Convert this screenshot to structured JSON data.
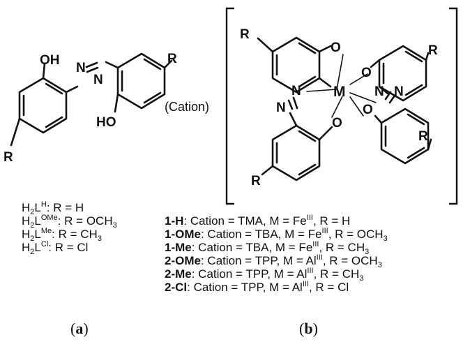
{
  "ligand": {
    "atoms": {
      "oh": "OH",
      "ho": "HO",
      "n": "N",
      "r": "R"
    }
  },
  "cation_label": "(Cation)",
  "complex": {
    "atoms": {
      "o": "O",
      "n": "N",
      "m": "M",
      "r": "R"
    }
  },
  "ligand_list": [
    {
      "prefix": "H",
      "sub": "2",
      "mid": "L",
      "sup": "H",
      "rest": ": R = H"
    },
    {
      "prefix": "H",
      "sub": "2",
      "mid": "L",
      "sup": "OMe",
      "rest": ": R = OCH",
      "rest_sub": "3"
    },
    {
      "prefix": "H",
      "sub": "2",
      "mid": "L",
      "sup": "Me",
      "rest": ": R = CH",
      "rest_sub": "3"
    },
    {
      "prefix": "H",
      "sub": "2",
      "mid": "L",
      "sup": "Cl",
      "rest": ": R = Cl"
    }
  ],
  "complex_list": [
    {
      "id": "1-H",
      "cation": ": Cation = TMA, M = Fe",
      "ox": "III",
      "r": ", R = H"
    },
    {
      "id": "1-OMe",
      "cation": ": Cation = TBA, M = Fe",
      "ox": "III",
      "r": ", R = OCH",
      "r_sub": "3"
    },
    {
      "id": "1-Me",
      "cation": ": Cation = TBA, M = Fe",
      "ox": "III",
      "r": ", R = CH",
      "r_sub": "3"
    },
    {
      "id": "2-OMe",
      "cation": ": Cation = TPP, M = Al",
      "ox": "III",
      "r": ", R = OCH",
      "r_sub": "3"
    },
    {
      "id": "2-Me",
      "cation": ": Cation = TPP, M = Al",
      "ox": "III",
      "r": ", R = CH",
      "r_sub": "3"
    },
    {
      "id": "2-Cl",
      "cation": ": Cation = TPP, M = Al",
      "ox": "III",
      "r": ", R = Cl"
    }
  ],
  "captions": {
    "a": {
      "open": "(",
      "letter": "a",
      "close": ")"
    },
    "b": {
      "open": "(",
      "letter": "b",
      "close": ")"
    }
  }
}
